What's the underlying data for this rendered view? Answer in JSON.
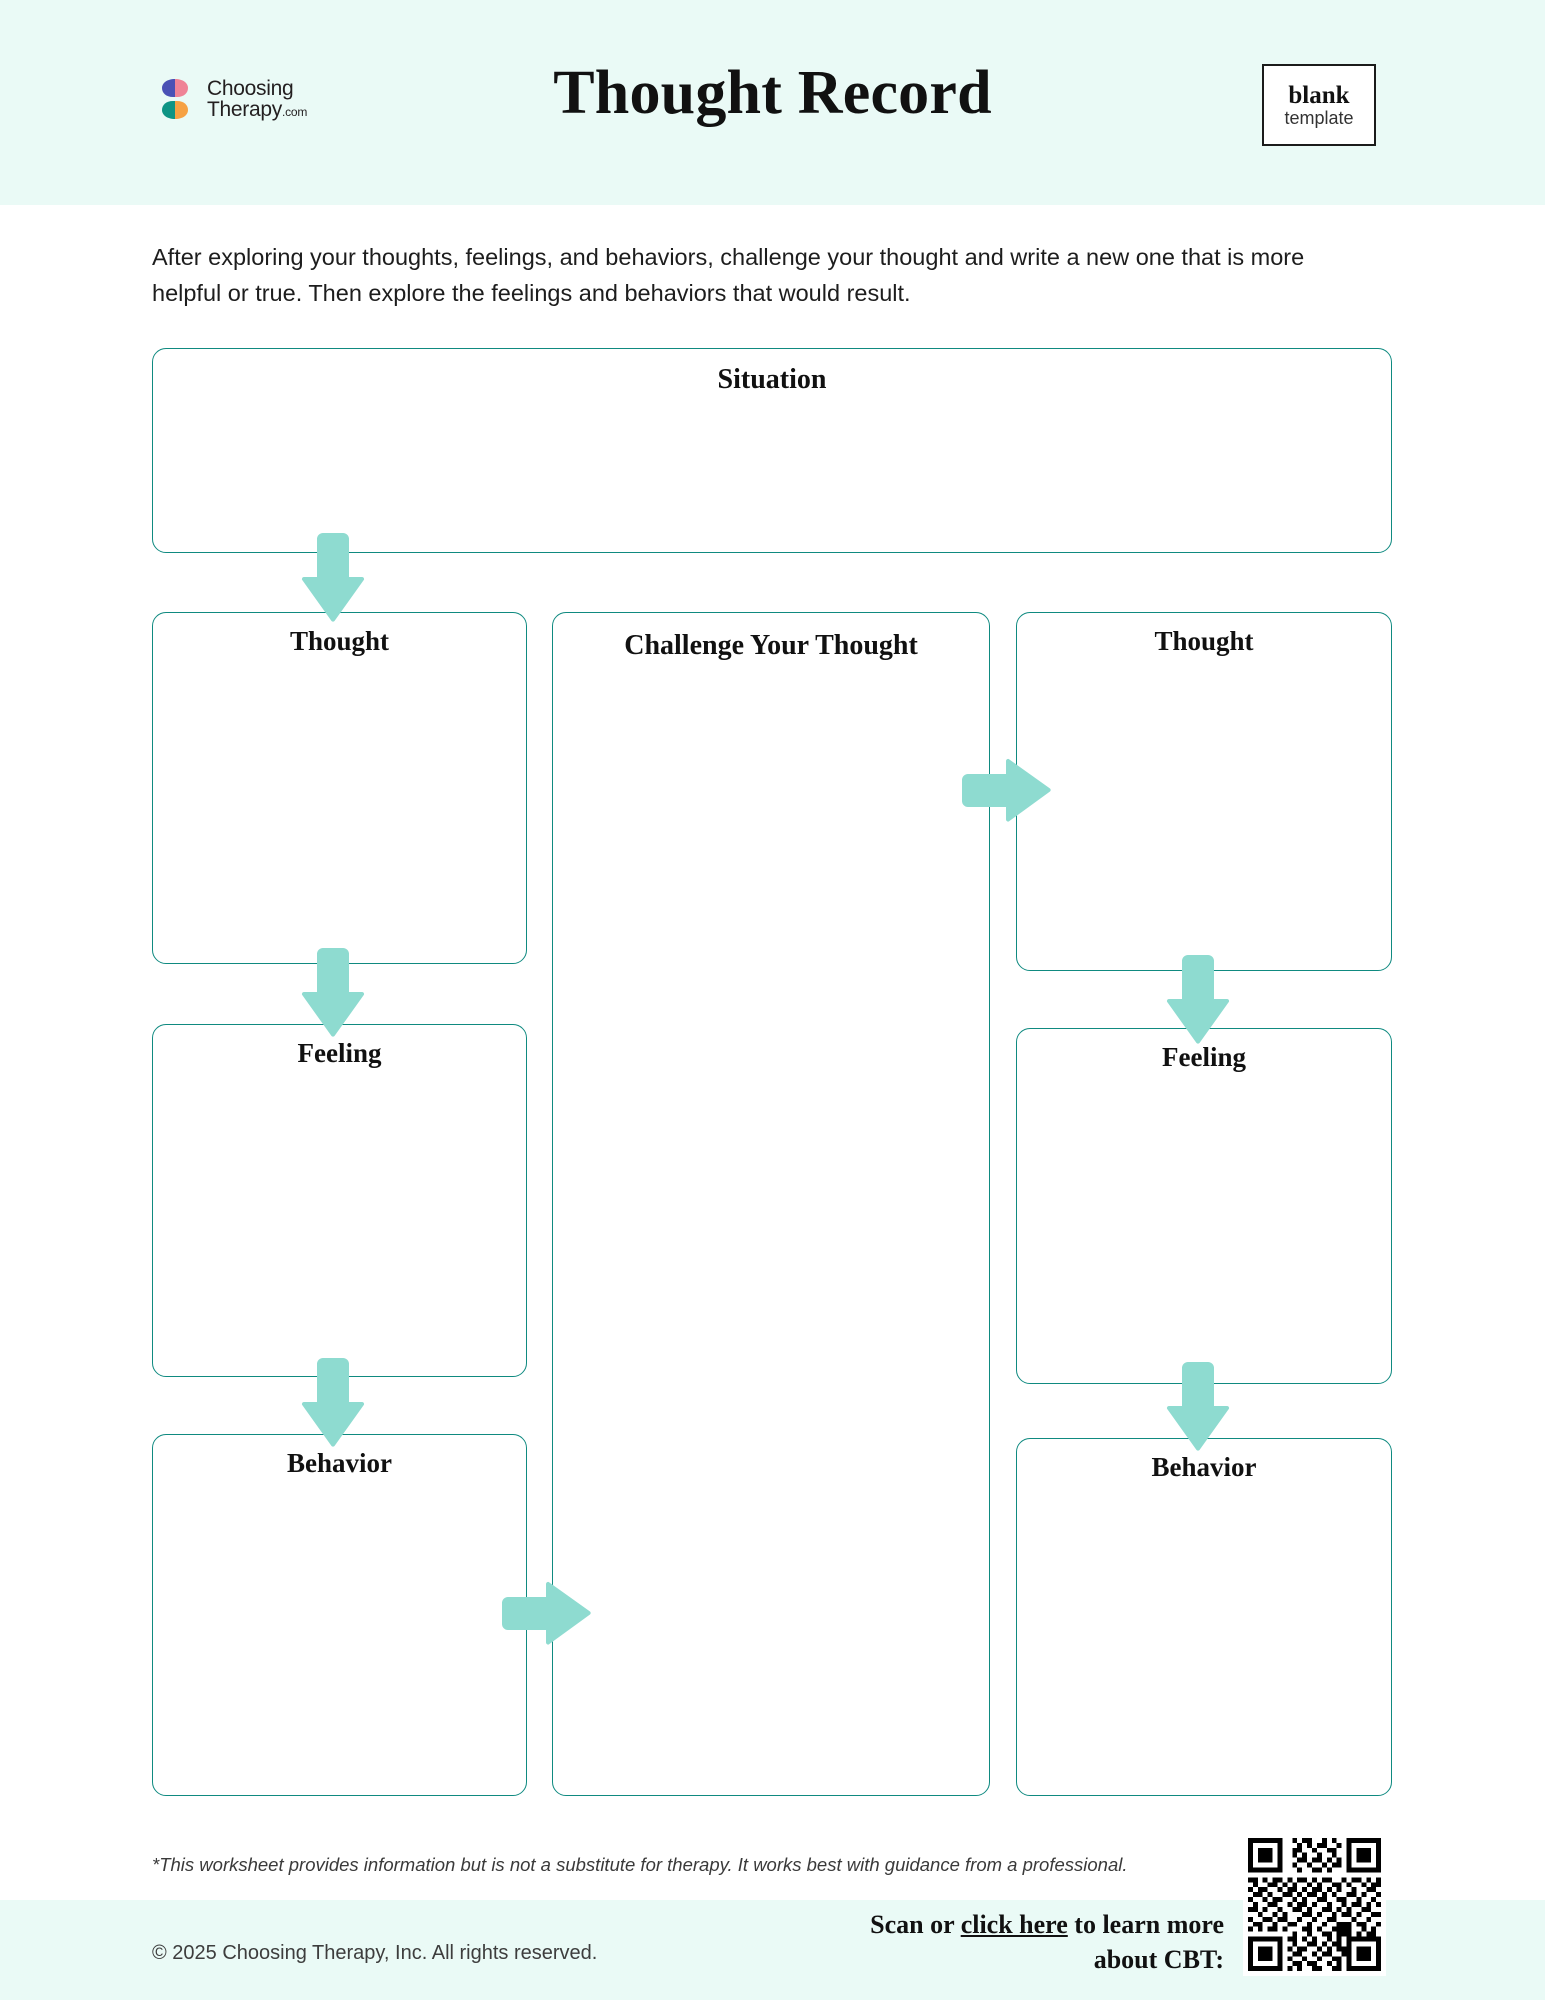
{
  "header": {
    "brand_line1": "Choosing",
    "brand_line2": "Therapy",
    "brand_suffix": ".com",
    "title": "Thought Record",
    "badge_line1": "blank",
    "badge_line2": "template",
    "band_color": "#eafaf6"
  },
  "intro": {
    "text": "After exploring your thoughts, feelings, and behaviors, challenge your thought and write a new one that is more helpful or true. Then explore the feelings and behaviors that would result."
  },
  "worksheet": {
    "border_color": "#0f8a80",
    "arrow_color": "#8edbd0",
    "situation": {
      "label": "Situation",
      "value": ""
    },
    "left_column": [
      {
        "label": "Thought",
        "value": ""
      },
      {
        "label": "Feeling",
        "value": ""
      },
      {
        "label": "Behavior",
        "value": ""
      }
    ],
    "middle_column": {
      "label": "Challenge Your Thought",
      "value": ""
    },
    "right_column": [
      {
        "label": "Thought",
        "value": ""
      },
      {
        "label": "Feeling",
        "value": ""
      },
      {
        "label": "Behavior",
        "value": ""
      }
    ]
  },
  "footer": {
    "disclaimer": "*This worksheet provides information but is not a substitute for therapy. It works best with guidance from a professional.",
    "copyright": "© 2025 Choosing Therapy, Inc. All rights reserved.",
    "scan_prefix": "Scan or ",
    "scan_link": "click here",
    "scan_suffix": " to learn more",
    "scan_line2": "about CBT:",
    "band_color": "#eafaf6"
  }
}
